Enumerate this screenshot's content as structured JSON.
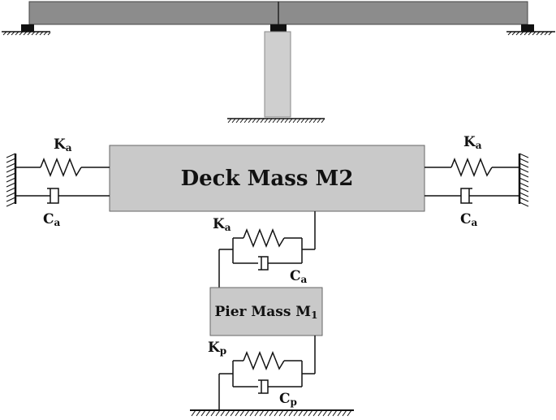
{
  "deck_label": "Deck Mass M2",
  "pier_label_main": "Pier Mass M",
  "pier_label_sub": "1",
  "springs": {
    "deck_left": {
      "main": "K",
      "sub": "a"
    },
    "deck_right": {
      "main": "K",
      "sub": "a"
    },
    "deck_pier": {
      "main": "K",
      "sub": "a"
    },
    "pier_ground": {
      "main": "K",
      "sub": "p"
    }
  },
  "dampers": {
    "deck_left": {
      "main": "C",
      "sub": "a"
    },
    "deck_right": {
      "main": "C",
      "sub": "a"
    },
    "deck_pier": {
      "main": "C",
      "sub": "a"
    },
    "pier_ground": {
      "main": "C",
      "sub": "p"
    }
  },
  "colors": {
    "beam": "#8c8c8c",
    "pier_column": "#cfcfcf",
    "mass_fill": "#c9c9c9",
    "bearing": "#111111",
    "line": "#111111"
  }
}
